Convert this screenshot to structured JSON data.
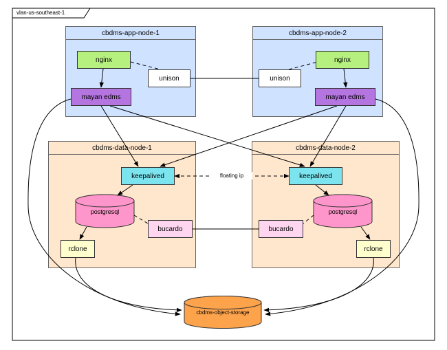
{
  "frame": {
    "label": "vlan-us-southeast-1"
  },
  "groups": {
    "app1": {
      "title": "cbdms-app-node-1"
    },
    "app2": {
      "title": "cbdms-app-node-2"
    },
    "data1": {
      "title": "cbdms-data-node-1"
    },
    "data2": {
      "title": "cbdms-data-node-2"
    }
  },
  "components": {
    "nginx1": "nginx",
    "unison1": "unison",
    "mayan1": "mayan edms",
    "nginx2": "nginx",
    "unison2": "unison",
    "mayan2": "mayan edms",
    "keepalived1": "keepalived",
    "postgresql1": "postgresql",
    "bucardo1": "bucardo",
    "rclone1": "rclone",
    "keepalived2": "keepalived",
    "postgresql2": "postgresql",
    "bucardo2": "bucardo",
    "rclone2": "rclone",
    "object_storage": "cbdms-object-storage"
  },
  "edge_labels": {
    "floating_ip": "floating ip"
  },
  "colors": {
    "app_node_fill": "#cfe2ff",
    "data_node_fill": "#ffe7cd",
    "nginx_fill": "#b6f07f",
    "unison_fill": "#ffffff",
    "mayan_fill": "#b575e0",
    "keepalived_fill": "#7be4ee",
    "postgresql_fill": "#ff96cb",
    "bucardo_fill": "#ffd6f0",
    "rclone_fill": "#ffffce",
    "object_storage_fill": "#fda34b",
    "edge_color": "#000000"
  }
}
